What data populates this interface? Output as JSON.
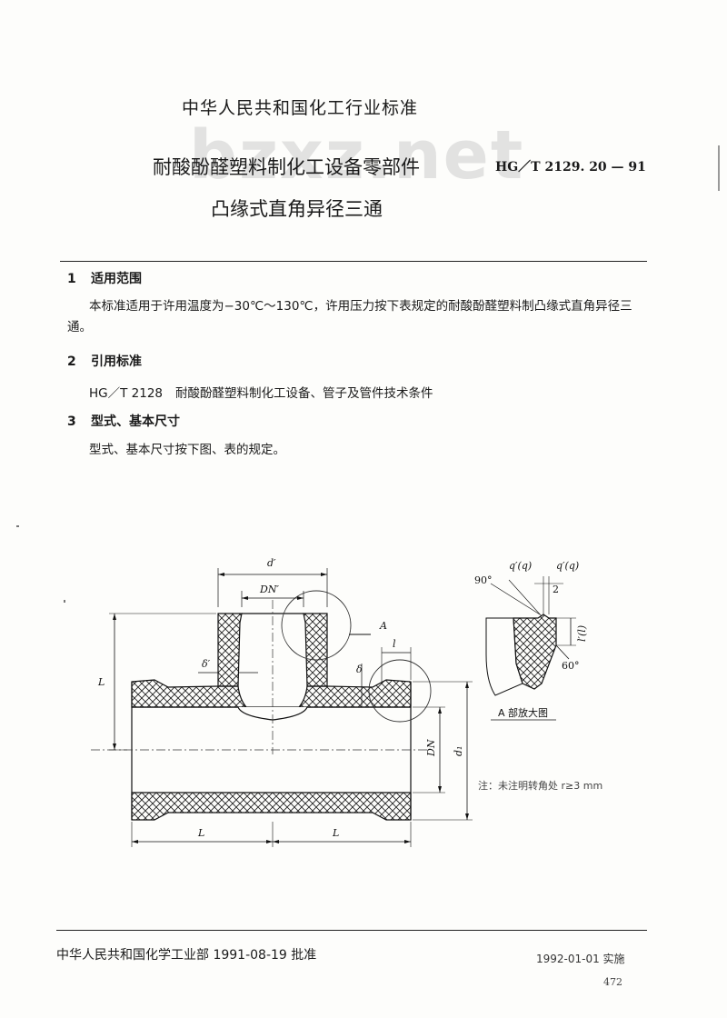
{
  "header": {
    "org": "中华人民共和国化工行业标准",
    "title_line1": "耐酸酚醛塑料制化工设备零部件",
    "title_line2": "凸缘式直角异径三通",
    "code": "HG／T 2129. 20 — 91",
    "watermark": "bzxz.net"
  },
  "sections": [
    {
      "number": "1",
      "heading": "适用范围",
      "text": "本标准适用于许用温度为−30℃～130℃，许用压力按下表规定的耐酸酚醛塑料制凸缘式直角异径三通。"
    },
    {
      "number": "2",
      "heading": "引用标准",
      "ref_code": "HG／T 2128",
      "ref_title": "耐酸酚醛塑料制化工设备、管子及管件技术条件"
    },
    {
      "number": "3",
      "heading": "型式、基本尺寸",
      "text": "型式、基本尺寸按下图、表的规定。"
    }
  ],
  "drawing": {
    "labels": {
      "d_prime": "d′",
      "dn_prime": "DN′",
      "a_mark": "A",
      "delta_prime": "δ′",
      "delta": "δ",
      "l_small": "l",
      "L_height": "L",
      "DN": "DN",
      "d1": "d₁",
      "L_left": "L",
      "L_right": "L",
      "q_left": "q′(q)",
      "q_right": "q′(q)",
      "angle_90": "90°",
      "dim_2": "2",
      "l_detail": "l′(l)",
      "angle_60": "60°",
      "detail_caption": "A 部放大图",
      "note": "注：未注明转角处 r≥3 mm"
    }
  },
  "footer": {
    "approval": "中华人民共和国化学工业部 1991-08-19 批准",
    "implement": "1992-01-01 实施",
    "page": "472"
  }
}
